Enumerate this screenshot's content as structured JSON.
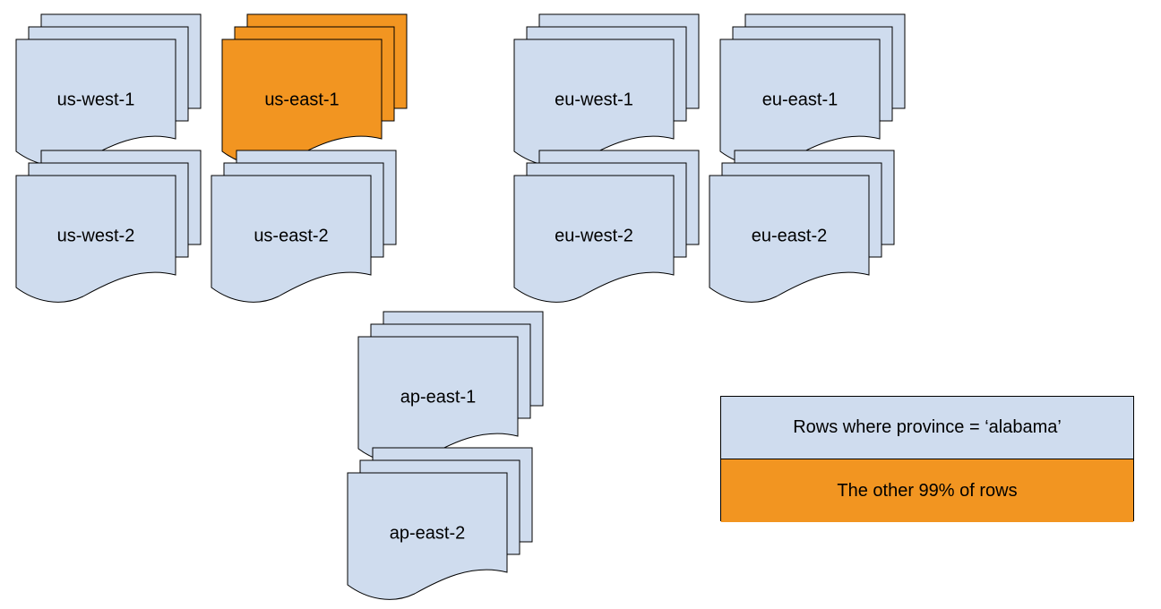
{
  "colors": {
    "default_fill": "#cfdcee",
    "highlight_fill": "#f29521",
    "stroke": "#000000"
  },
  "regions": [
    {
      "label": "us-west-1",
      "highlight": false
    },
    {
      "label": "us-east-1",
      "highlight": true
    },
    {
      "label": "us-west-2",
      "highlight": false
    },
    {
      "label": "us-east-2",
      "highlight": false
    },
    {
      "label": "eu-west-1",
      "highlight": false
    },
    {
      "label": "eu-east-1",
      "highlight": false
    },
    {
      "label": "eu-west-2",
      "highlight": false
    },
    {
      "label": "eu-east-2",
      "highlight": false
    },
    {
      "label": "ap-east-1",
      "highlight": false
    },
    {
      "label": "ap-east-2",
      "highlight": false
    }
  ],
  "legend": {
    "rows": [
      {
        "label": "Rows where province = ‘alabama’",
        "color": "#cfdcee"
      },
      {
        "label": "The other 99% of rows",
        "color": "#f29521"
      }
    ]
  }
}
